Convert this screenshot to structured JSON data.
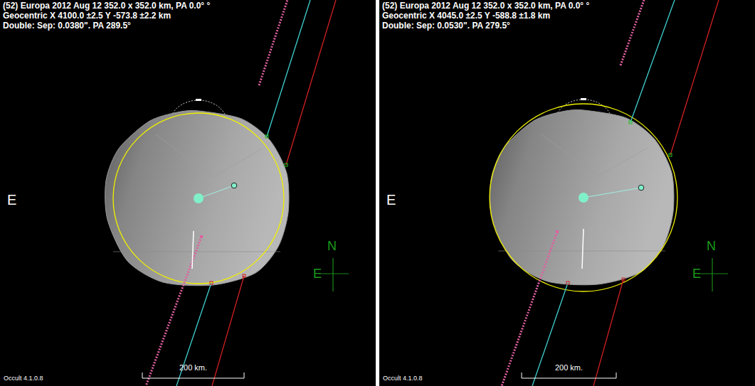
{
  "diagram": {
    "labels": [
      "(52) Europa 2012 Aug 12  352.0 x 352.0 km, PA 0.0° °",
      "Geocentric X 4100.0 ±2.5 Y -573.8 ±2.2 km",
      "Double: Sep: 0.0380\". PA 289.5°",
      "E",
      "N",
      "E",
      "200 km.",
      "Occult 4.1.0.8",
      "(52) Europa 2012 Aug 12  352.0 x 352.0 km, PA 0.0° °",
      "Geocentric X 4045.0 ±2.5 Y -588.8 ±1.8 km",
      "Double: Sep: 0.0530\". PA 279.5°",
      "E",
      "N",
      "E",
      "200 km.",
      "Occult 4.1.0.8"
    ]
  }
}
